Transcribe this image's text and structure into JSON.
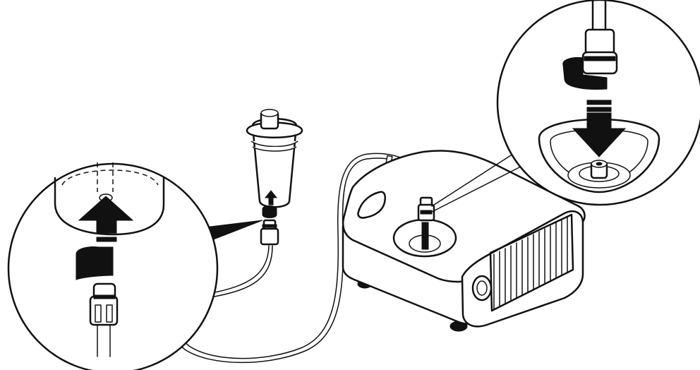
{
  "figure": {
    "subject": "nebulizer-assembly",
    "palette": {
      "ink": "#111111",
      "paper": "#ffffff"
    },
    "parts": [
      {
        "id": "compressor",
        "icon": "compressor-unit-icon"
      },
      {
        "id": "nebulizer-cup",
        "icon": "nebulizer-cup-icon"
      },
      {
        "id": "air-tube",
        "icon": "air-tube-icon"
      },
      {
        "id": "zoom-left",
        "icon": "magnify-callout-icon"
      },
      {
        "id": "zoom-right",
        "icon": "magnify-callout-icon"
      }
    ]
  }
}
